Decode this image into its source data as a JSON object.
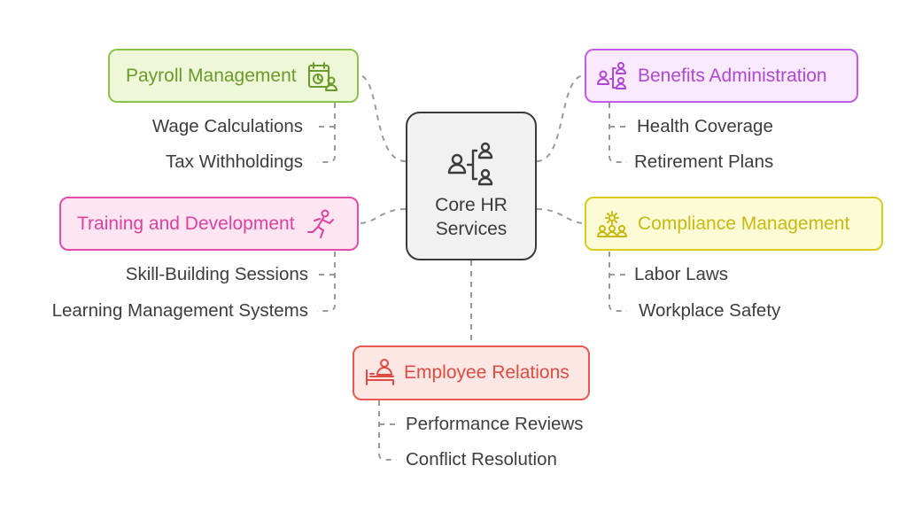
{
  "core": {
    "title": "Core HR Services",
    "icon": "org-people-icon"
  },
  "branches": [
    {
      "id": "payroll",
      "label": "Payroll Management",
      "icon": "calendar-chart-person-icon",
      "border": "#8bc34a",
      "fill": "#eef8d8",
      "text": "#6a9a2a",
      "items": [
        "Wage Calculations",
        "Tax Withholdings"
      ]
    },
    {
      "id": "benefits",
      "label": "Benefits Administration",
      "icon": "people-connect-icon",
      "border": "#c45ce8",
      "fill": "#f8e9fd",
      "text": "#b047d6",
      "items": [
        "Health Coverage",
        "Retirement Plans"
      ]
    },
    {
      "id": "training",
      "label": "Training and Development",
      "icon": "person-exercise-icon",
      "border": "#e64ba7",
      "fill": "#fde5f2",
      "text": "#e0409e",
      "items": [
        "Skill-Building Sessions",
        "Learning Management Systems"
      ]
    },
    {
      "id": "compliance",
      "label": "Compliance Management",
      "icon": "gear-team-icon",
      "border": "#d9cc1e",
      "fill": "#fdfbd6",
      "text": "#c7b910",
      "items": [
        "Labor Laws",
        "Workplace Safety"
      ]
    },
    {
      "id": "relations",
      "label": "Employee Relations",
      "icon": "person-bed-icon",
      "border": "#e8594f",
      "fill": "#fde7e5",
      "text": "#e14b41",
      "items": [
        "Performance Reviews",
        "Conflict Resolution"
      ]
    }
  ]
}
